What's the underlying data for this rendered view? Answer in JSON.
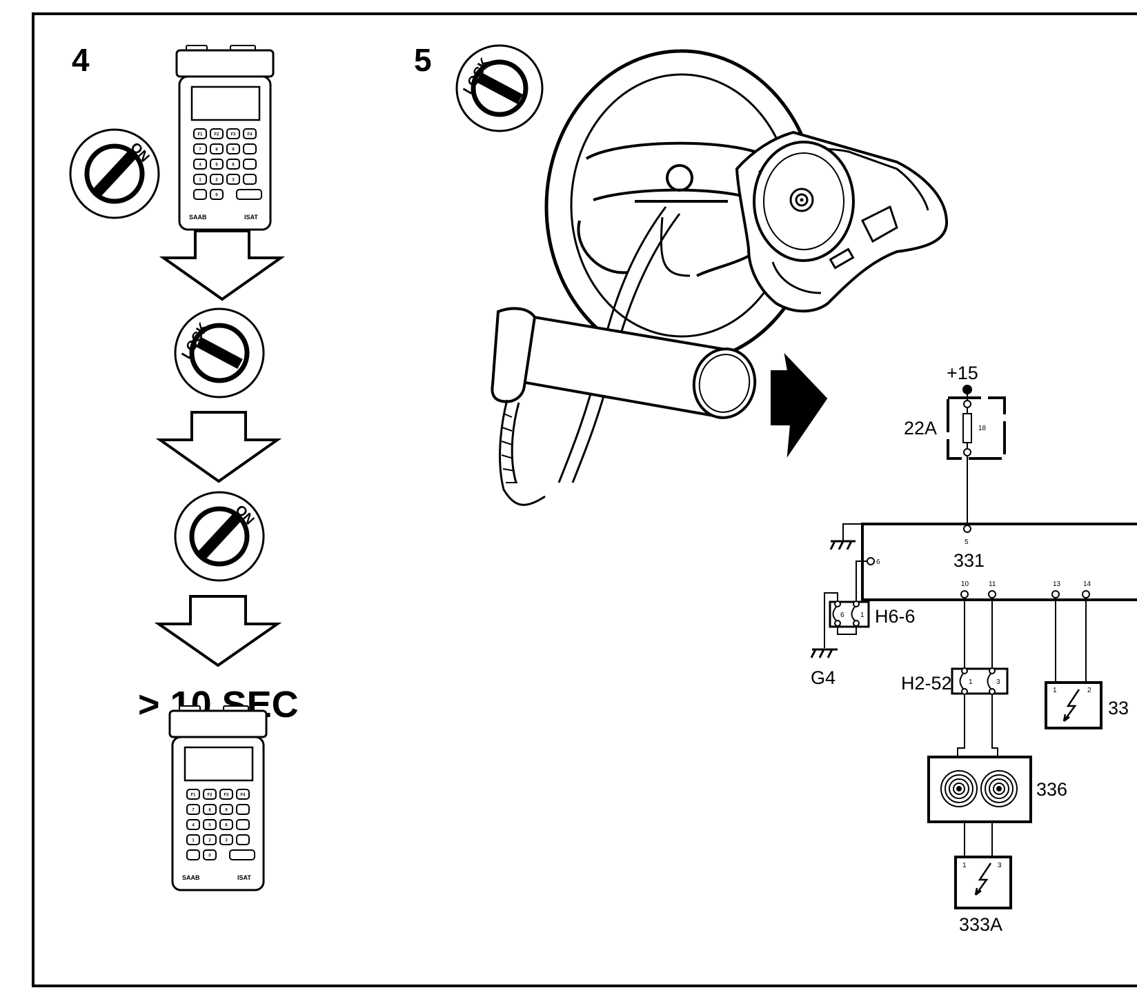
{
  "steps": {
    "step4": "4",
    "step5": "5"
  },
  "ignition": {
    "on": "ON",
    "lock": "LOCK"
  },
  "timing": "> 10 SEC",
  "tester": {
    "brand_left": "SAAB",
    "brand_right": "ISAT",
    "keys": [
      "F1",
      "F2",
      "F3",
      "F4",
      "7",
      "8",
      "9",
      "",
      "4",
      "5",
      "6",
      "",
      "1",
      "2",
      "3",
      "",
      "",
      "0",
      ""
    ]
  },
  "circuit": {
    "supply": "+15",
    "fuse_box": "22A",
    "fuse_no": "18",
    "control_unit": "331",
    "pins": {
      "p5": "5",
      "p6": "6",
      "p10": "10",
      "p11": "11",
      "p13": "13",
      "p14": "14"
    },
    "connector_h6": "H6-6",
    "connector_h6_pins": [
      "6",
      "1"
    ],
    "ground": "G4",
    "connector_h2": "H2-52",
    "connector_h2_pins": [
      "1",
      "3"
    ],
    "contact_reel": "336",
    "airbag_module": "333A",
    "airbag_pins": [
      "1",
      "3"
    ],
    "partial_unit": "33",
    "partial_unit_pins": [
      "1",
      "2"
    ]
  },
  "colors": {
    "line": "#000000",
    "background": "#ffffff"
  }
}
